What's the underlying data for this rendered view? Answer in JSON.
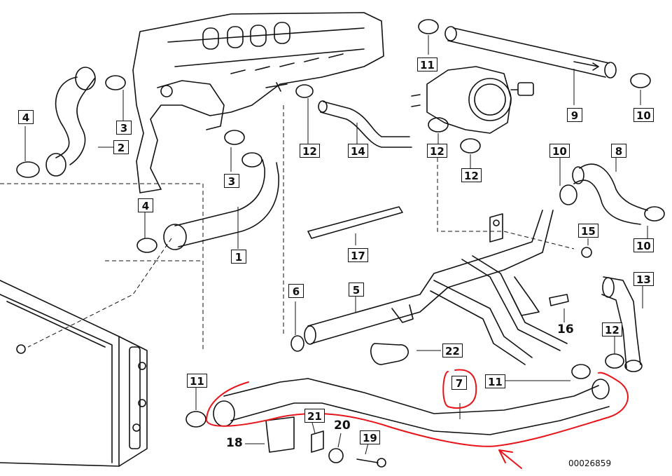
{
  "diagram": {
    "doc_number": "00026859",
    "callouts": [
      "1",
      "2",
      "3",
      "3",
      "4",
      "4",
      "5",
      "6",
      "7",
      "8",
      "9",
      "10",
      "10",
      "10",
      "11",
      "11",
      "11",
      "12",
      "12",
      "12",
      "12",
      "13",
      "14",
      "15",
      "16",
      "17",
      "18",
      "19",
      "20",
      "21",
      "22"
    ]
  },
  "colors": {
    "line": "#111111",
    "highlight": "#e8141a"
  }
}
